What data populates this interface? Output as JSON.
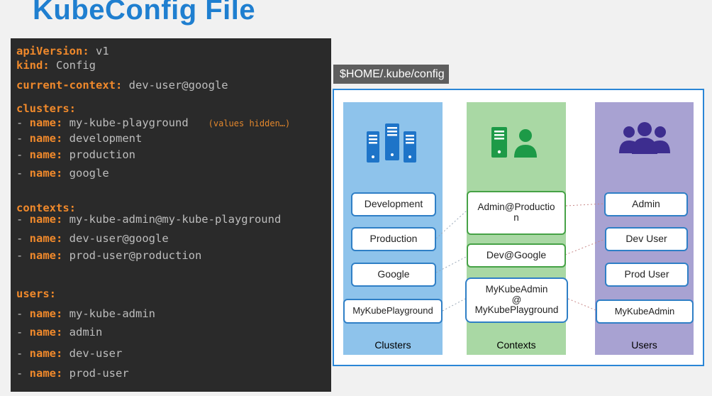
{
  "slide": {
    "title": "KubeConfig File"
  },
  "code": {
    "api_key": "apiVersion:",
    "api_val": " v1",
    "kind_key": "kind:",
    "kind_val": " Config",
    "ctx_key": "current-context:",
    "ctx_val": " dev-user@google",
    "clusters_key": "clusters:",
    "contexts_key": "contexts:",
    "users_key": "users:",
    "dash": "- ",
    "name_key": "name:",
    "hidden_note": "(values hidden…)",
    "cluster_names": [
      " my-kube-playground",
      " development",
      " production",
      " google"
    ],
    "context_names": [
      " my-kube-admin@my-kube-playground",
      " dev-user@google",
      " prod-user@production"
    ],
    "user_names": [
      " my-kube-admin",
      " admin",
      " dev-user",
      " prod-user"
    ]
  },
  "diagram": {
    "path_label": "$HOME/.kube/config",
    "columns": {
      "clusters": "Clusters",
      "contexts": "Contexts",
      "users": "Users"
    },
    "clusters": [
      "Development",
      "Production",
      "Google",
      "MyKubePlayground"
    ],
    "contexts": {
      "c1": "Admin@Productio\nn",
      "c2": "Dev@Google",
      "c3": "MyKubeAdmin\n@\nMyKubePlayground"
    },
    "users": [
      "Admin",
      "Dev User",
      "Prod User",
      "MyKubeAdmin"
    ],
    "colors": {
      "title": "#1f7fd0",
      "key": "#f0892b",
      "clusters_bg": "#8ec3eb",
      "contexts_bg": "#a9d8a4",
      "users_bg": "#a8a2d2",
      "server_icon": "#1e74c8",
      "person_icon": "#1d9a47",
      "group_icon": "#3d2d8f"
    },
    "icons": {
      "clusters": "server-icon",
      "contexts": "server-user-icon",
      "users": "user-group-icon"
    }
  }
}
